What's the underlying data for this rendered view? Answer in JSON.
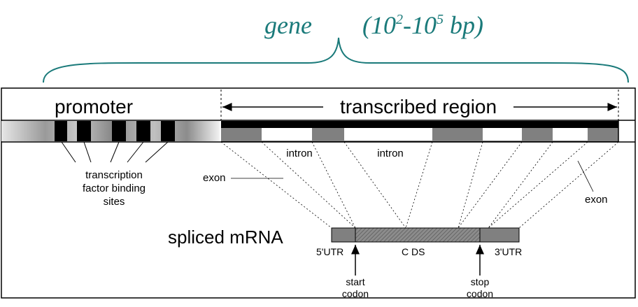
{
  "title": {
    "gene_word": "gene",
    "size_prefix": "(10",
    "size_exp1": "2",
    "size_mid": "-10",
    "size_exp2": "5",
    "size_suffix": " bp)"
  },
  "labels": {
    "promoter": "promoter",
    "transcribed_region": "transcribed region",
    "intron_left": "intron",
    "intron_right": "intron",
    "exon_left": "exon",
    "exon_right": "exon",
    "tfbs_line1": "transcription",
    "tfbs_line2": "factor binding",
    "tfbs_line3": "sites",
    "spliced_mrna": "spliced mRNA",
    "utr5": "5'UTR",
    "cds": "C DS",
    "utr3": "3'UTR",
    "start_line1": "start",
    "start_line2": "codon",
    "stop_line1": "stop",
    "stop_line2": "codon"
  },
  "colors": {
    "teal": "#1a7a7a",
    "exon_gray": "#808080",
    "black": "#000000"
  }
}
